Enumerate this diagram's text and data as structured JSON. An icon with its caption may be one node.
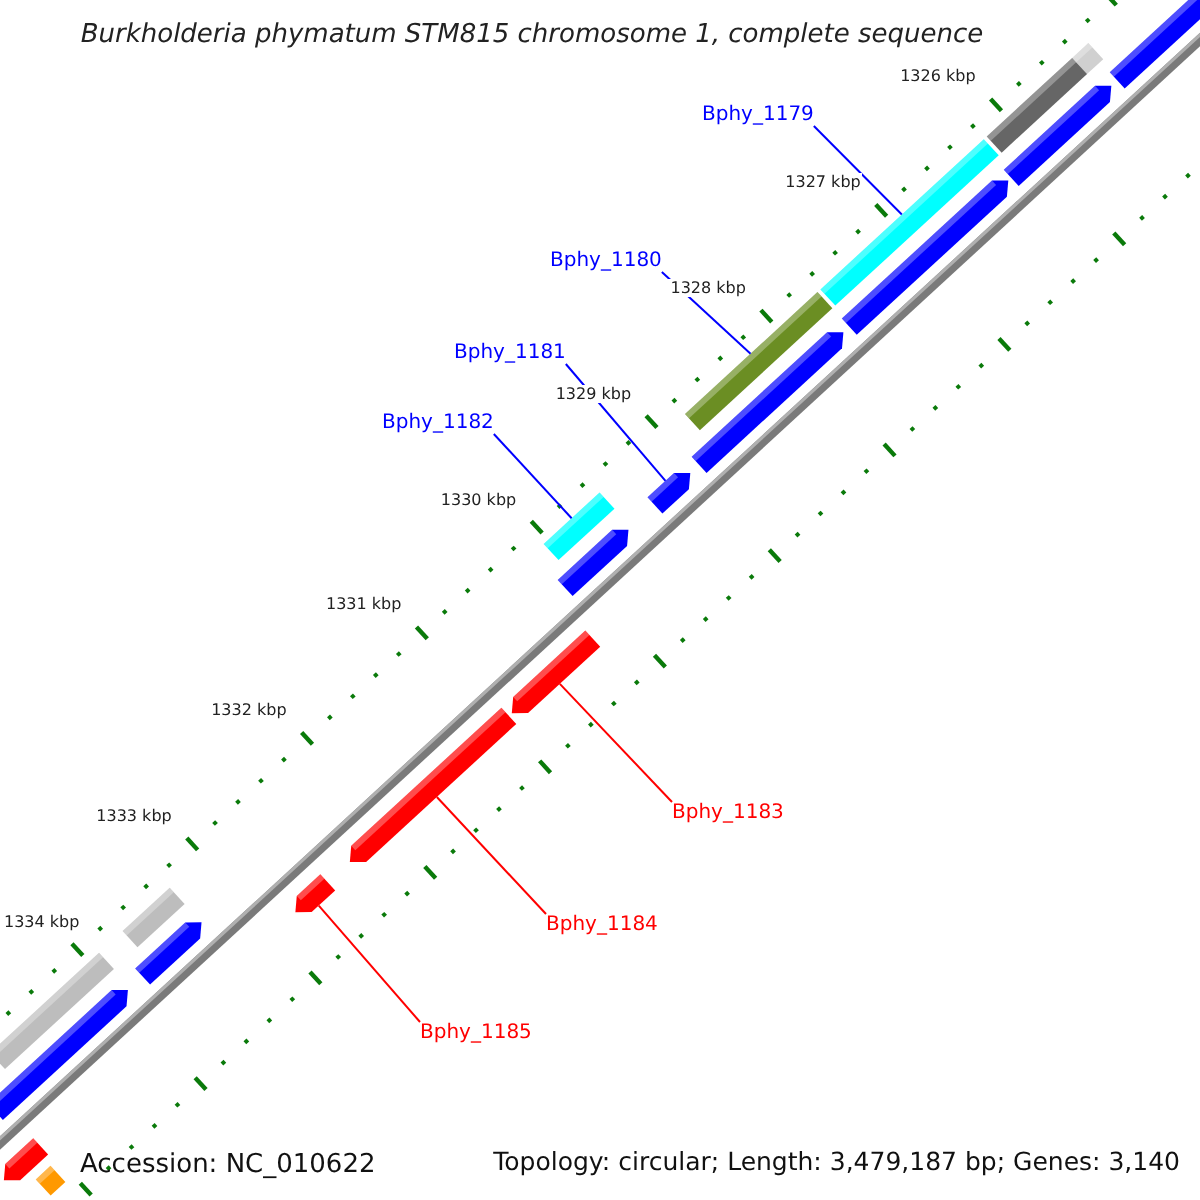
{
  "diagram": {
    "title": "Burkholderia phymatum STM815 chromosome 1, complete sequence",
    "nodes": [
      {
        "text": [
          "Bphy_1179"
        ]
      },
      {
        "text": [
          "Bphy_1180"
        ]
      },
      {
        "text": [
          "Bphy_1181"
        ]
      },
      {
        "text": [
          "Bphy_1182"
        ]
      },
      {
        "text": [
          "Bphy_1183"
        ]
      },
      {
        "text": [
          "Bphy_1184"
        ]
      },
      {
        "text": [
          "Bphy_1185"
        ]
      },
      {
        "text": [],
        "shape": "bar"
      },
      {
        "text": [],
        "shape": "bar"
      },
      {
        "text": [],
        "shape": "bar"
      },
      {
        "text": [],
        "shape": "bar"
      },
      {
        "text": [],
        "shape": "bar"
      },
      {
        "text": [],
        "shape": "bar"
      },
      {
        "text": [],
        "shape": "bar"
      },
      {
        "text": [],
        "shape": "bar"
      },
      {
        "text": [],
        "shape": "bar"
      },
      {
        "text": [],
        "shape": "bar"
      },
      {
        "text": [],
        "shape": "bar"
      },
      {
        "text": [],
        "shape": "bar"
      },
      {
        "text": [],
        "shape": "bar"
      },
      {
        "text": [],
        "shape": "bar"
      },
      {
        "text": [],
        "shape": "bar"
      },
      {
        "text": [],
        "shape": "bar"
      },
      {
        "text": [],
        "shape": "bar"
      },
      {
        "text": [],
        "shape": "bar"
      },
      {
        "text": [],
        "shape": "bar"
      },
      {
        "text": [],
        "shape": "bar"
      }
    ],
    "edges": [
      {
        "from": 0,
        "to": 11,
        "arrow": "none"
      },
      {
        "from": 1,
        "to": 13,
        "arrow": "none"
      },
      {
        "from": 2,
        "to": 15,
        "arrow": "none"
      },
      {
        "from": 3,
        "to": 16,
        "arrow": "none"
      },
      {
        "from": 4,
        "to": 18,
        "arrow": "none",
        "color": "#ff0000"
      },
      {
        "from": 5,
        "to": 19,
        "arrow": "none",
        "color": "#ff0000"
      },
      {
        "from": 6,
        "to": 20,
        "arrow": "none",
        "color": "#ff0000"
      }
    ],
    "labels": [
      "1326 kbp",
      "1327 kbp",
      "1328 kbp",
      "1329 kbp",
      "1330 kbp",
      "1331 kbp",
      "1332 kbp",
      "1333 kbp",
      "1334 kbp",
      "Accession: NC_010622",
      "Topology: circular; Length: 3,479,187 bp; Genes: 3,140"
    ]
  }
}
